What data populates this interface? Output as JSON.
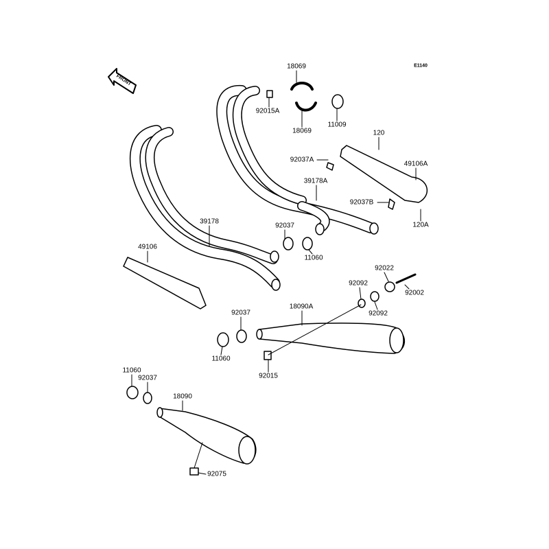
{
  "diagram_code": "E1140",
  "front_indicator": "FRONT",
  "parts": [
    {
      "id": "p1",
      "number": "18069"
    },
    {
      "id": "p2",
      "number": "92015A"
    },
    {
      "id": "p3",
      "number": "18069"
    },
    {
      "id": "p4",
      "number": "11009"
    },
    {
      "id": "p5",
      "number": "120"
    },
    {
      "id": "p6",
      "number": "92037A"
    },
    {
      "id": "p7",
      "number": "49106A"
    },
    {
      "id": "p8",
      "number": "39178A"
    },
    {
      "id": "p9",
      "number": "92037B"
    },
    {
      "id": "p10",
      "number": "120A"
    },
    {
      "id": "p11",
      "number": "39178"
    },
    {
      "id": "p12",
      "number": "92037"
    },
    {
      "id": "p13",
      "number": "11060"
    },
    {
      "id": "p14",
      "number": "49106"
    },
    {
      "id": "p15",
      "number": "92022"
    },
    {
      "id": "p16",
      "number": "92092"
    },
    {
      "id": "p17",
      "number": "92002"
    },
    {
      "id": "p18",
      "number": "18090A"
    },
    {
      "id": "p19",
      "number": "92092"
    },
    {
      "id": "p20",
      "number": "92037"
    },
    {
      "id": "p21",
      "number": "11060"
    },
    {
      "id": "p22",
      "number": "92015"
    },
    {
      "id": "p23",
      "number": "11060"
    },
    {
      "id": "p24",
      "number": "92037"
    },
    {
      "id": "p25",
      "number": "18090"
    },
    {
      "id": "p26",
      "number": "92075"
    }
  ]
}
